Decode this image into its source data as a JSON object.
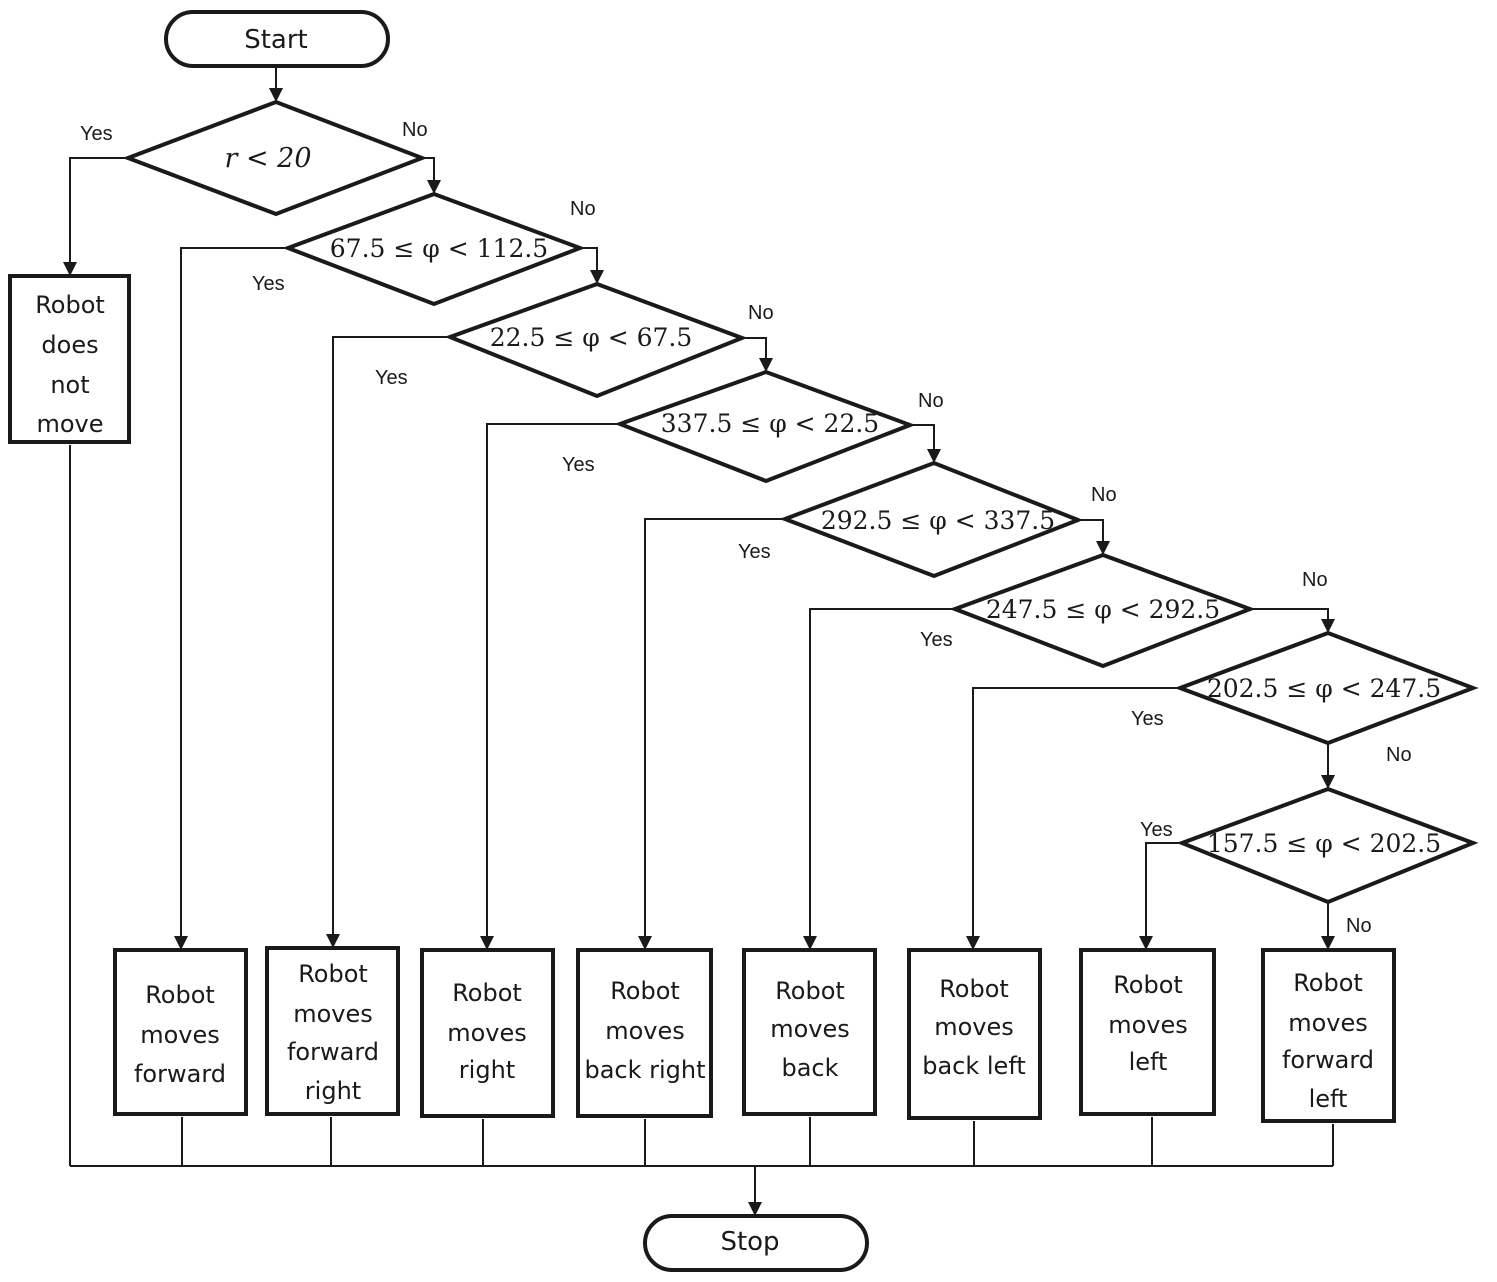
{
  "terminals": {
    "start": "Start",
    "stop": "Stop"
  },
  "first_condition": "r < 20",
  "conditions": [
    "67.5 ≤ φ < 112.5",
    "22.5 ≤ φ < 67.5",
    "337.5 ≤ φ < 22.5",
    "292.5 ≤ φ < 337.5",
    "247.5 ≤ φ < 292.5",
    "202.5 ≤ φ < 247.5",
    "157.5 ≤ φ < 202.5"
  ],
  "no_move_box": [
    "Robot",
    "does",
    "not",
    "move"
  ],
  "action_boxes": [
    [
      "Robot",
      "moves",
      "forward"
    ],
    [
      "Robot",
      "moves",
      "forward",
      "right"
    ],
    [
      "Robot",
      "moves",
      "right"
    ],
    [
      "Robot",
      "moves",
      "back right"
    ],
    [
      "Robot",
      "moves",
      "back"
    ],
    [
      "Robot",
      "moves",
      "back left"
    ],
    [
      "Robot",
      "moves",
      "left"
    ],
    [
      "Robot",
      "moves",
      "forward",
      "left"
    ]
  ],
  "edge_labels": {
    "yes": "Yes",
    "no": "No"
  },
  "colors": {
    "stroke": "#1a1a1a",
    "background": "#ffffff"
  }
}
